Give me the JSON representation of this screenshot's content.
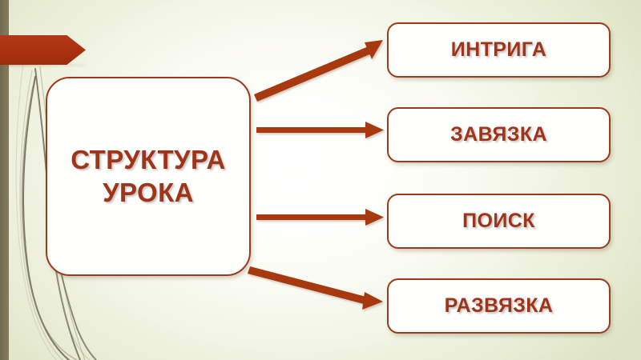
{
  "slide": {
    "title_box": {
      "line1": "СТРУКТУРА",
      "line2": "УРОКА",
      "text": "СТРУКТУРА УРОКА"
    },
    "stages": [
      {
        "label": "ИНТРИГА"
      },
      {
        "label": "ЗАВЯЗКА"
      },
      {
        "label": "ПОИСК"
      },
      {
        "label": "РАЗВЯЗКА"
      }
    ],
    "colors": {
      "accent": "#9e3419",
      "box_border": "#9b3b1c",
      "banner": "#a8310f",
      "olive_bar": "#7c7659",
      "background_edge": "#dde3c4",
      "background_center": "#ffffff",
      "grass": "#6b6550"
    },
    "decorations": {
      "banner": "arrow-banner",
      "side_bar": "olive-vertical-bar",
      "grass": "grass-stalks"
    }
  }
}
